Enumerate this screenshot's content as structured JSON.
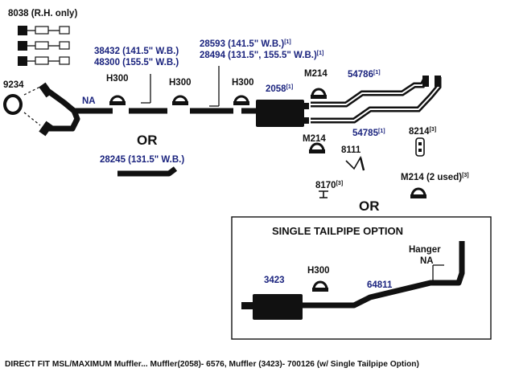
{
  "labels": {
    "part_8038": "8038 (R.H. only)",
    "part_9234": "9234",
    "part_na_pipe": "NA",
    "part_38432": "38432 (141.5\" W.B.)",
    "part_48300": "48300 (155.5\" W.B.)",
    "part_28593": "28593 (141.5\" W.B.)",
    "part_28494": "28494 (131.5\", 155.5\" W.B.)",
    "part_h300_a": "H300",
    "part_h300_b": "H300",
    "part_h300_c": "H300",
    "part_m214_top": "M214",
    "part_2058": "2058",
    "part_54786": "54786",
    "part_m214_mid": "M214",
    "part_54785": "54785",
    "part_8111": "8111",
    "part_8214": "8214",
    "part_8170": "8170",
    "part_m214_2used": "M214 (2 used)",
    "part_28245": "28245 (131.5\" W.B.)",
    "or_1": "OR",
    "or_2": "OR",
    "single_title": "SINGLE TAILPIPE OPTION",
    "part_hanger": "Hanger",
    "part_hanger_na": "NA",
    "part_3423": "3423",
    "part_h300_d": "H300",
    "part_64811": "64811",
    "footnote_1": "[1]",
    "footnote_3": "[3]"
  },
  "caption": "DIRECT FIT MSL/MAXIMUM Muffler... Muffler(2058)- 6576, Muffler (3423)- 700126 (w/ Single Tailpipe Option)",
  "colors": {
    "part_label": "#1a237e",
    "ink": "#111111",
    "background": "#ffffff"
  }
}
